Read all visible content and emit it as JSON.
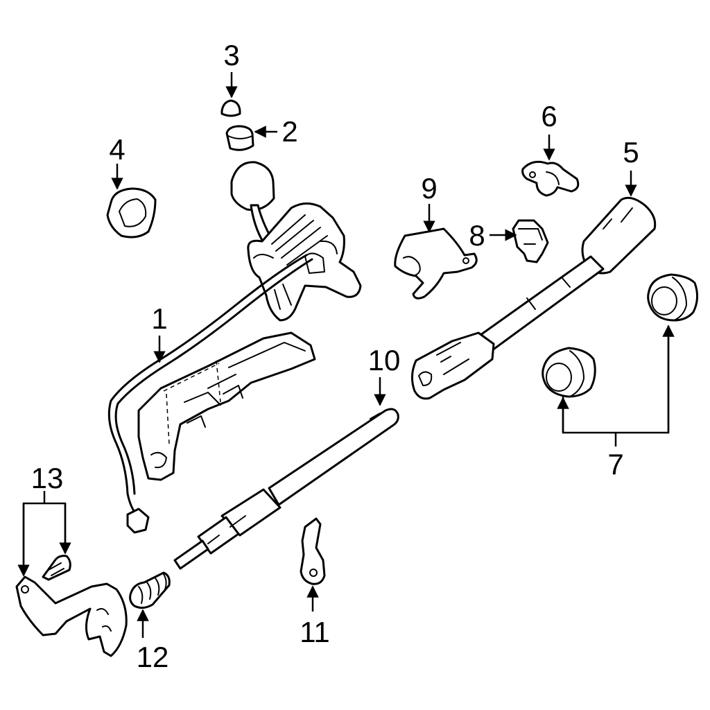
{
  "diagram": {
    "background": "#ffffff",
    "line_color": "#000000",
    "callouts": [
      "1",
      "2",
      "3",
      "4",
      "5",
      "6",
      "7",
      "8",
      "9",
      "10",
      "11",
      "12",
      "13"
    ]
  }
}
